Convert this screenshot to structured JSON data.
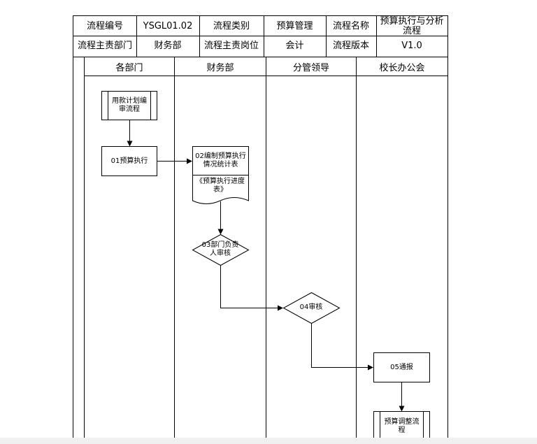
{
  "header": {
    "code_label": "流程编号",
    "code_value": "YSGL01.02",
    "category_label": "流程类别",
    "category_value": "预算管理",
    "name_label": "流程名称",
    "name_value": "预算执行与分析流程",
    "dept_label": "流程主责部门",
    "dept_value": "财务部",
    "post_label": "流程主责岗位",
    "post_value": "会计",
    "version_label": "流程版本",
    "version_value": "V1.0"
  },
  "lanes": [
    "各部门",
    "财务部",
    "分管领导",
    "校长办公会"
  ],
  "nodes": {
    "plan": "用款计划编审流程",
    "n01": "01预算执行",
    "n02": "02编制预算执行情况统计表",
    "n02_doc": "《预算执行进度表》",
    "n03": "03部门负责人审核",
    "n04": "04审核",
    "n05": "05通报",
    "adjust": "预算调整流程"
  }
}
